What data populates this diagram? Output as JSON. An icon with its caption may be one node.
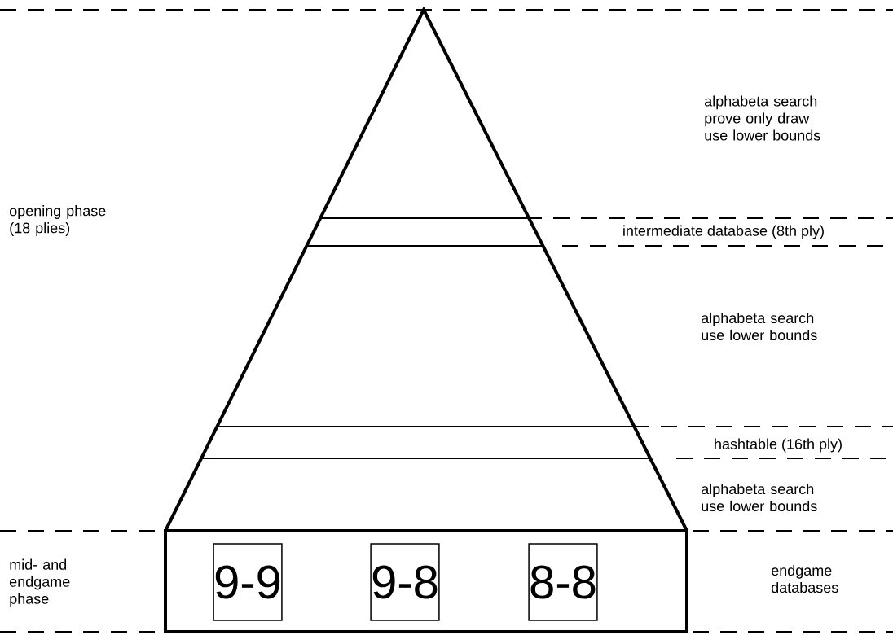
{
  "diagram": {
    "nodes": [
      {
        "text": [],
        "shape": "box"
      },
      {
        "text": [
          "9-9"
        ],
        "in": 0
      },
      {
        "text": [
          "9-8"
        ],
        "in": 0
      },
      {
        "text": [
          "8-8"
        ],
        "in": 0
      }
    ],
    "labels": [
      "alphabeta search prove only draw use lower bounds",
      "opening phase (18 plies)",
      "intermediate database (8th ply)",
      "alphabeta search use lower bounds",
      "hashtable (16th ply)",
      "alphabeta search use lower bounds",
      "mid- and endgame phase",
      "endgame databases"
    ]
  }
}
